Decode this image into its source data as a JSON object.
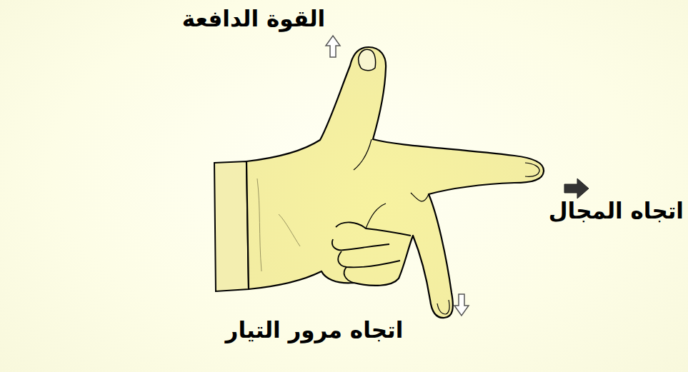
{
  "diagram": {
    "labels": [
      "القوة الدافعة",
      "اتجاه المجال",
      "اتجاه مرور التيار"
    ]
  }
}
